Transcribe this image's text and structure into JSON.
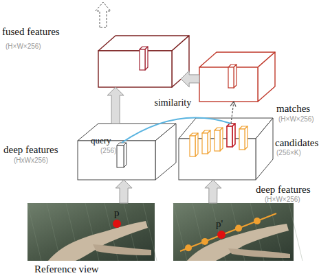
{
  "diagram": {
    "nodes": [
      {
        "text": [
          "fused features",
          "(H×W×256)"
        ]
      },
      {
        "text": [
          "matches",
          "(H×W×256)"
        ]
      },
      {
        "text": [
          "deep features",
          "(HxWx256)"
        ]
      },
      {
        "text": [
          "query",
          "(256)"
        ],
        "in": 2
      },
      {
        "text": [
          "deep features",
          "(H×W×256)"
        ]
      },
      {
        "text": [
          "candidates",
          "(256×K)"
        ],
        "in": 4
      },
      {
        "text": [
          "p",
          "Reference view"
        ]
      },
      {
        "text": [
          "p'"
        ]
      }
    ],
    "edges": [
      {
        "from": 6,
        "to": 2,
        "arrow": "to"
      },
      {
        "from": 7,
        "to": 4,
        "arrow": "to"
      },
      {
        "from": 2,
        "to": 0,
        "arrow": "to"
      },
      {
        "from": 1,
        "to": 0,
        "arrow": "to"
      },
      {
        "from": 3,
        "to": 5,
        "label": "similarity",
        "arrow": "none"
      },
      {
        "from": 5,
        "to": 1,
        "arrow": "to"
      }
    ]
  }
}
